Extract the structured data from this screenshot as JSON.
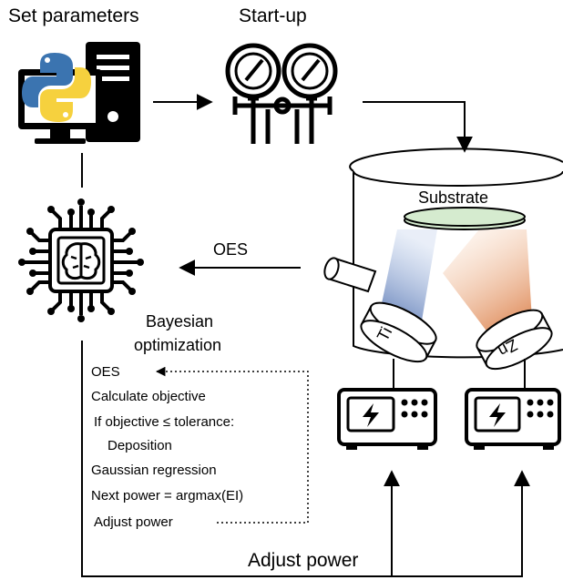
{
  "labels": {
    "set_parameters": "Set parameters",
    "start_up": "Start-up",
    "substrate": "Substrate",
    "oes": "OES",
    "bayesian_line1": "Bayesian",
    "bayesian_line2": "optimization",
    "adjust_power": "Adjust power",
    "target_left": "Ti",
    "target_right": "Zn"
  },
  "steps": [
    "OES",
    "Calculate objective",
    "If objective ≤ tolerance:",
    "Deposition",
    "Gaussian regression",
    "Next power = argmax(EI)",
    "Adjust power"
  ],
  "colors": {
    "python_blue": "#3b74b0",
    "python_yellow": "#f6d13e",
    "substrate_fill": "#d5ebcf",
    "plume_ti": "#6f8fc8",
    "plume_zn": "#e29a6a"
  },
  "icons": [
    "computer-icon",
    "python-logo-icon",
    "pressure-gauge-icon",
    "ai-chip-brain-icon",
    "power-supply-icon",
    "lightning-icon"
  ]
}
